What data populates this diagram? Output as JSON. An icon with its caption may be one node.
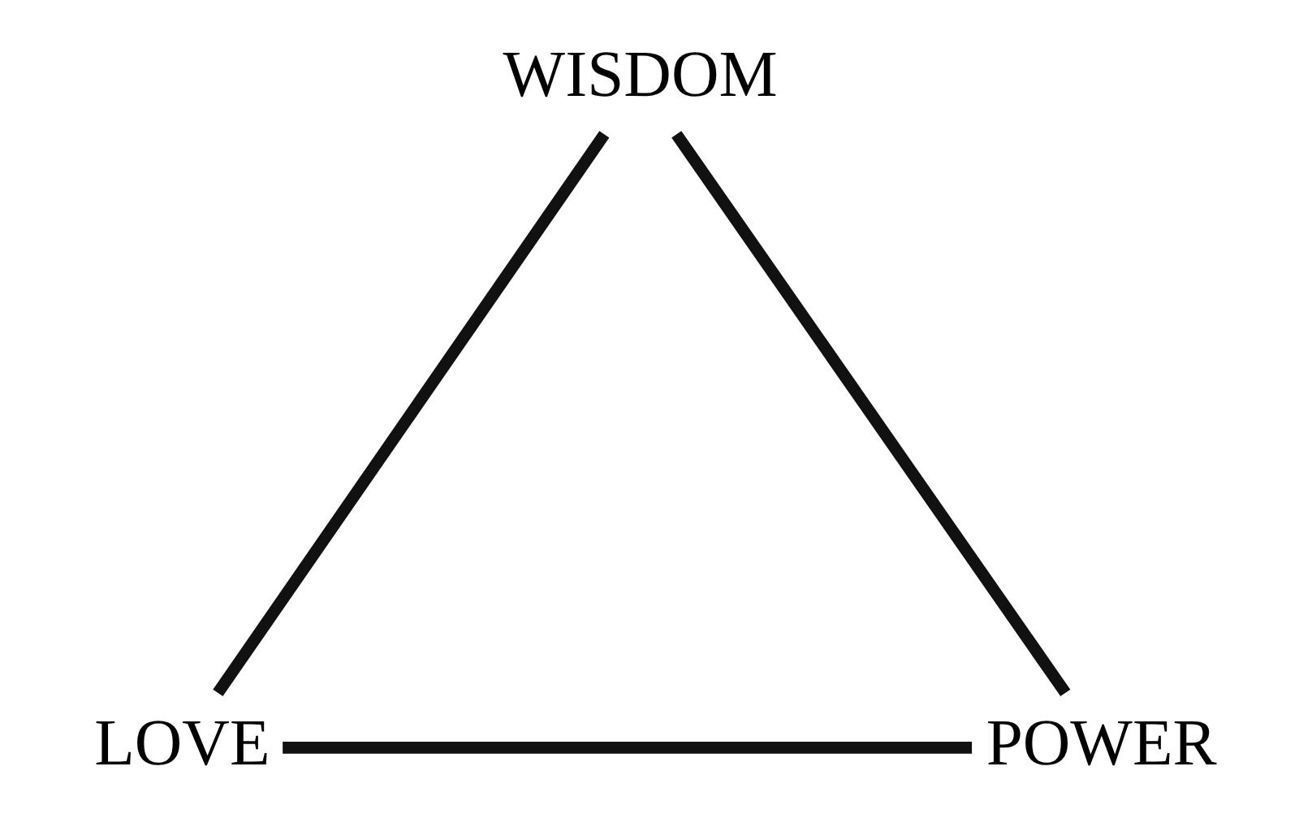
{
  "diagram": {
    "nodes": [
      {
        "text": [
          "WISDOM"
        ]
      },
      {
        "text": [
          "LOVE"
        ]
      },
      {
        "text": [
          "POWER"
        ]
      }
    ],
    "edges": [
      {
        "from": 0,
        "to": 1,
        "arrow": "none"
      },
      {
        "from": 0,
        "to": 2,
        "arrow": "none"
      },
      {
        "from": 1,
        "to": 2,
        "arrow": "none"
      }
    ]
  }
}
